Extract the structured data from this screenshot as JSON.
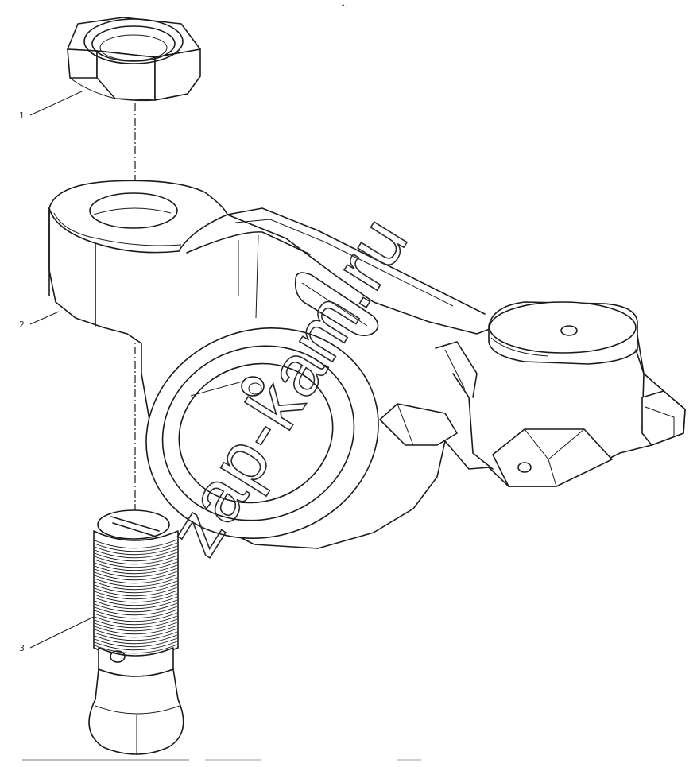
{
  "callouts": [
    {
      "number": "1",
      "part": "nut"
    },
    {
      "number": "2",
      "part": "rocker-arm"
    },
    {
      "number": "3",
      "part": "adjusting-screw"
    }
  ],
  "watermark": "zap-kam.ru",
  "top_mark": "•‑"
}
